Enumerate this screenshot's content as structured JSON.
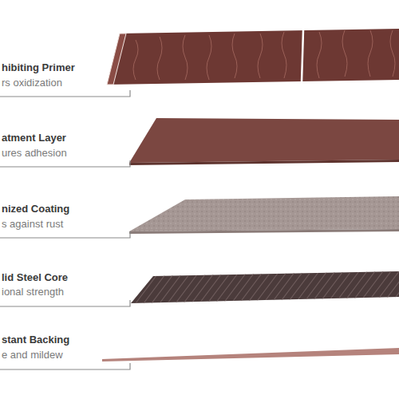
{
  "diagram": {
    "labels": [
      "hibiting Primer",
      "rs oxidization",
      "atment Layer",
      "ures adhesion",
      "nized Coating",
      "s against rust",
      "lid Steel Core",
      "ional strength",
      "stant Backing",
      "e and mildew"
    ]
  }
}
